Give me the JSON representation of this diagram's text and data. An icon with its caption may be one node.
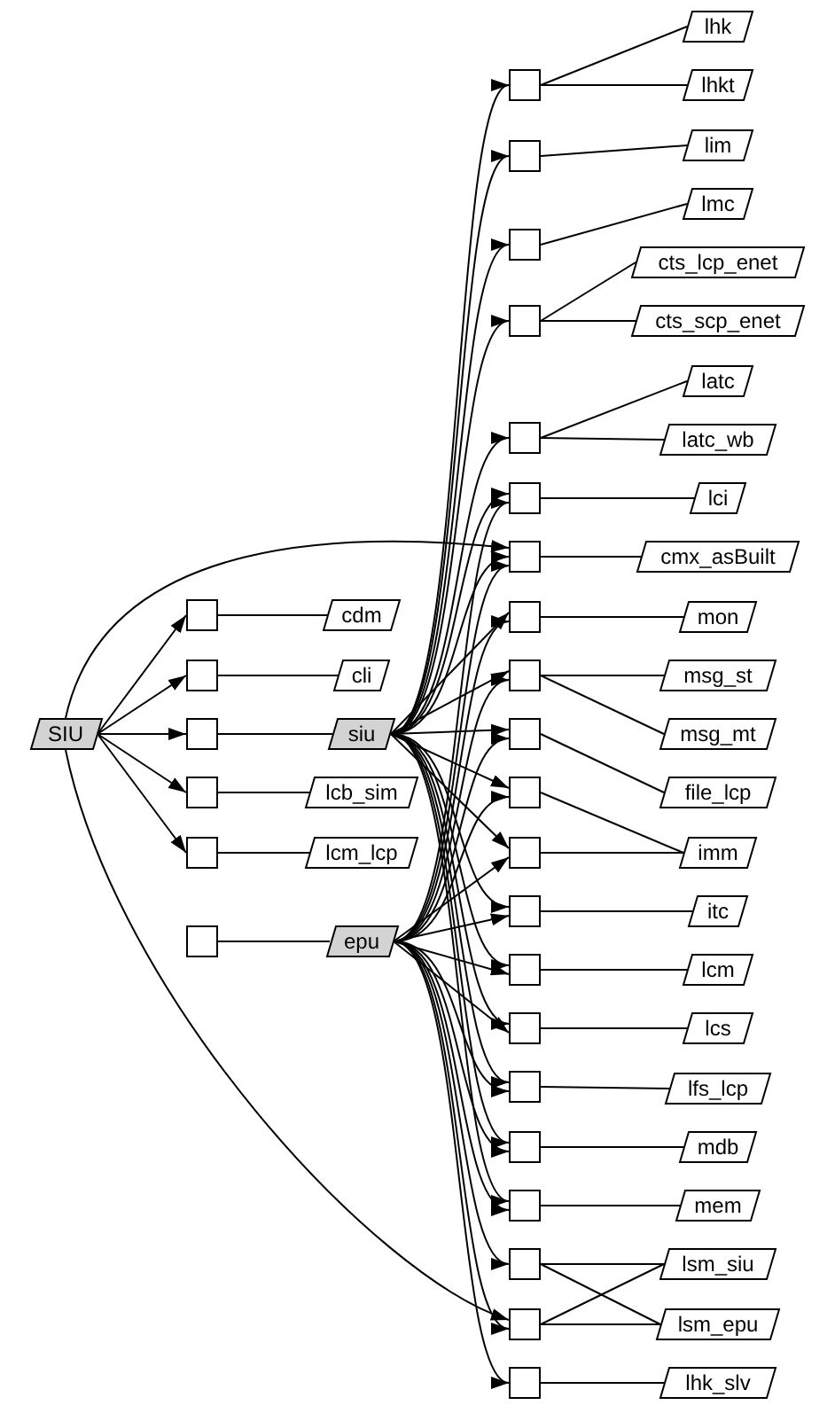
{
  "diagram": {
    "nodes": [
      {
        "text": [
          "SIU"
        ]
      },
      {
        "text": [],
        "shape": "box"
      },
      {
        "text": [],
        "shape": "box"
      },
      {
        "text": [],
        "shape": "box"
      },
      {
        "text": [],
        "shape": "box"
      },
      {
        "text": [],
        "shape": "box"
      },
      {
        "text": [],
        "shape": "box"
      },
      {
        "text": [
          "cdm"
        ]
      },
      {
        "text": [
          "cli"
        ]
      },
      {
        "text": [
          "siu"
        ]
      },
      {
        "text": [
          "lcb_sim"
        ]
      },
      {
        "text": [
          "lcm_lcp"
        ]
      },
      {
        "text": [
          "epu"
        ]
      },
      {
        "text": [],
        "shape": "box"
      },
      {
        "text": [],
        "shape": "box"
      },
      {
        "text": [],
        "shape": "box"
      },
      {
        "text": [],
        "shape": "box"
      },
      {
        "text": [],
        "shape": "box"
      },
      {
        "text": [],
        "shape": "box"
      },
      {
        "text": [],
        "shape": "box"
      },
      {
        "text": [],
        "shape": "box"
      },
      {
        "text": [],
        "shape": "box"
      },
      {
        "text": [],
        "shape": "box"
      },
      {
        "text": [],
        "shape": "box"
      },
      {
        "text": [],
        "shape": "box"
      },
      {
        "text": [],
        "shape": "box"
      },
      {
        "text": [],
        "shape": "box"
      },
      {
        "text": [],
        "shape": "box"
      },
      {
        "text": [],
        "shape": "box"
      },
      {
        "text": [],
        "shape": "box"
      },
      {
        "text": [],
        "shape": "box"
      },
      {
        "text": [],
        "shape": "box"
      },
      {
        "text": [],
        "shape": "box"
      },
      {
        "text": [],
        "shape": "box"
      },
      {
        "text": [
          "lhk"
        ]
      },
      {
        "text": [
          "lhkt"
        ]
      },
      {
        "text": [
          "lim"
        ]
      },
      {
        "text": [
          "lmc"
        ]
      },
      {
        "text": [
          "cts_lcp_enet"
        ]
      },
      {
        "text": [
          "cts_scp_enet"
        ]
      },
      {
        "text": [
          "latc"
        ]
      },
      {
        "text": [
          "latc_wb"
        ]
      },
      {
        "text": [
          "lci"
        ]
      },
      {
        "text": [
          "cmx_asBuilt"
        ]
      },
      {
        "text": [
          "mon"
        ]
      },
      {
        "text": [
          "msg_st"
        ]
      },
      {
        "text": [
          "msg_mt"
        ]
      },
      {
        "text": [
          "file_lcp"
        ]
      },
      {
        "text": [
          "imm"
        ]
      },
      {
        "text": [
          "itc"
        ]
      },
      {
        "text": [
          "lcm"
        ]
      },
      {
        "text": [
          "lcs"
        ]
      },
      {
        "text": [
          "lfs_lcp"
        ]
      },
      {
        "text": [
          "mdb"
        ]
      },
      {
        "text": [
          "mem"
        ]
      },
      {
        "text": [
          "lsm_siu"
        ]
      },
      {
        "text": [
          "lsm_epu"
        ]
      },
      {
        "text": [
          "lhk_slv"
        ]
      }
    ],
    "edges": [
      {
        "from": 0,
        "to": 1,
        "arrow": "to"
      },
      {
        "from": 0,
        "to": 2,
        "arrow": "to"
      },
      {
        "from": 0,
        "to": 3,
        "arrow": "to"
      },
      {
        "from": 0,
        "to": 4,
        "arrow": "to"
      },
      {
        "from": 0,
        "to": 5,
        "arrow": "to"
      },
      {
        "from": 0,
        "to": 19,
        "arrow": "to"
      },
      {
        "from": 0,
        "to": 32,
        "arrow": "to"
      },
      {
        "from": 1,
        "to": 7,
        "arrow": "none"
      },
      {
        "from": 2,
        "to": 8,
        "arrow": "none"
      },
      {
        "from": 3,
        "to": 9,
        "arrow": "none"
      },
      {
        "from": 4,
        "to": 10,
        "arrow": "none"
      },
      {
        "from": 5,
        "to": 11,
        "arrow": "none"
      },
      {
        "from": 6,
        "to": 12,
        "arrow": "none"
      },
      {
        "from": 9,
        "to": 13,
        "arrow": "to"
      },
      {
        "from": 9,
        "to": 14,
        "arrow": "to"
      },
      {
        "from": 9,
        "to": 15,
        "arrow": "to"
      },
      {
        "from": 9,
        "to": 16,
        "arrow": "to"
      },
      {
        "from": 9,
        "to": 17,
        "arrow": "to"
      },
      {
        "from": 9,
        "to": 18,
        "arrow": "to"
      },
      {
        "from": 9,
        "to": 19,
        "arrow": "to"
      },
      {
        "from": 9,
        "to": 20,
        "arrow": "to"
      },
      {
        "from": 9,
        "to": 21,
        "arrow": "to"
      },
      {
        "from": 9,
        "to": 22,
        "arrow": "to"
      },
      {
        "from": 9,
        "to": 23,
        "arrow": "to"
      },
      {
        "from": 9,
        "to": 24,
        "arrow": "to"
      },
      {
        "from": 9,
        "to": 25,
        "arrow": "to"
      },
      {
        "from": 9,
        "to": 26,
        "arrow": "to"
      },
      {
        "from": 9,
        "to": 27,
        "arrow": "to"
      },
      {
        "from": 9,
        "to": 28,
        "arrow": "to"
      },
      {
        "from": 9,
        "to": 29,
        "arrow": "to"
      },
      {
        "from": 9,
        "to": 30,
        "arrow": "to"
      },
      {
        "from": 12,
        "to": 18,
        "arrow": "to"
      },
      {
        "from": 12,
        "to": 19,
        "arrow": "to"
      },
      {
        "from": 12,
        "to": 20,
        "arrow": "to"
      },
      {
        "from": 12,
        "to": 21,
        "arrow": "to"
      },
      {
        "from": 12,
        "to": 22,
        "arrow": "to"
      },
      {
        "from": 12,
        "to": 23,
        "arrow": "to"
      },
      {
        "from": 12,
        "to": 24,
        "arrow": "to"
      },
      {
        "from": 12,
        "to": 25,
        "arrow": "to"
      },
      {
        "from": 12,
        "to": 26,
        "arrow": "to"
      },
      {
        "from": 12,
        "to": 27,
        "arrow": "to"
      },
      {
        "from": 12,
        "to": 28,
        "arrow": "to"
      },
      {
        "from": 12,
        "to": 29,
        "arrow": "to"
      },
      {
        "from": 12,
        "to": 30,
        "arrow": "to"
      },
      {
        "from": 12,
        "to": 31,
        "arrow": "to"
      },
      {
        "from": 12,
        "to": 32,
        "arrow": "to"
      },
      {
        "from": 12,
        "to": 33,
        "arrow": "to"
      },
      {
        "from": 13,
        "to": 34,
        "arrow": "none"
      },
      {
        "from": 13,
        "to": 35,
        "arrow": "none"
      },
      {
        "from": 14,
        "to": 36,
        "arrow": "none"
      },
      {
        "from": 15,
        "to": 37,
        "arrow": "none"
      },
      {
        "from": 16,
        "to": 38,
        "arrow": "none"
      },
      {
        "from": 16,
        "to": 39,
        "arrow": "none"
      },
      {
        "from": 17,
        "to": 40,
        "arrow": "none"
      },
      {
        "from": 17,
        "to": 41,
        "arrow": "none"
      },
      {
        "from": 18,
        "to": 42,
        "arrow": "none"
      },
      {
        "from": 19,
        "to": 43,
        "arrow": "none"
      },
      {
        "from": 20,
        "to": 44,
        "arrow": "none"
      },
      {
        "from": 21,
        "to": 45,
        "arrow": "none"
      },
      {
        "from": 21,
        "to": 46,
        "arrow": "none"
      },
      {
        "from": 22,
        "to": 47,
        "arrow": "none"
      },
      {
        "from": 23,
        "to": 48,
        "arrow": "none"
      },
      {
        "from": 24,
        "to": 48,
        "arrow": "none"
      },
      {
        "from": 25,
        "to": 49,
        "arrow": "none"
      },
      {
        "from": 26,
        "to": 50,
        "arrow": "none"
      },
      {
        "from": 27,
        "to": 51,
        "arrow": "none"
      },
      {
        "from": 28,
        "to": 52,
        "arrow": "none"
      },
      {
        "from": 29,
        "to": 53,
        "arrow": "none"
      },
      {
        "from": 30,
        "to": 54,
        "arrow": "none"
      },
      {
        "from": 31,
        "to": 55,
        "arrow": "none"
      },
      {
        "from": 31,
        "to": 56,
        "arrow": "none"
      },
      {
        "from": 32,
        "to": 55,
        "arrow": "none"
      },
      {
        "from": 32,
        "to": 56,
        "arrow": "none"
      },
      {
        "from": 33,
        "to": 57,
        "arrow": "none"
      }
    ]
  }
}
